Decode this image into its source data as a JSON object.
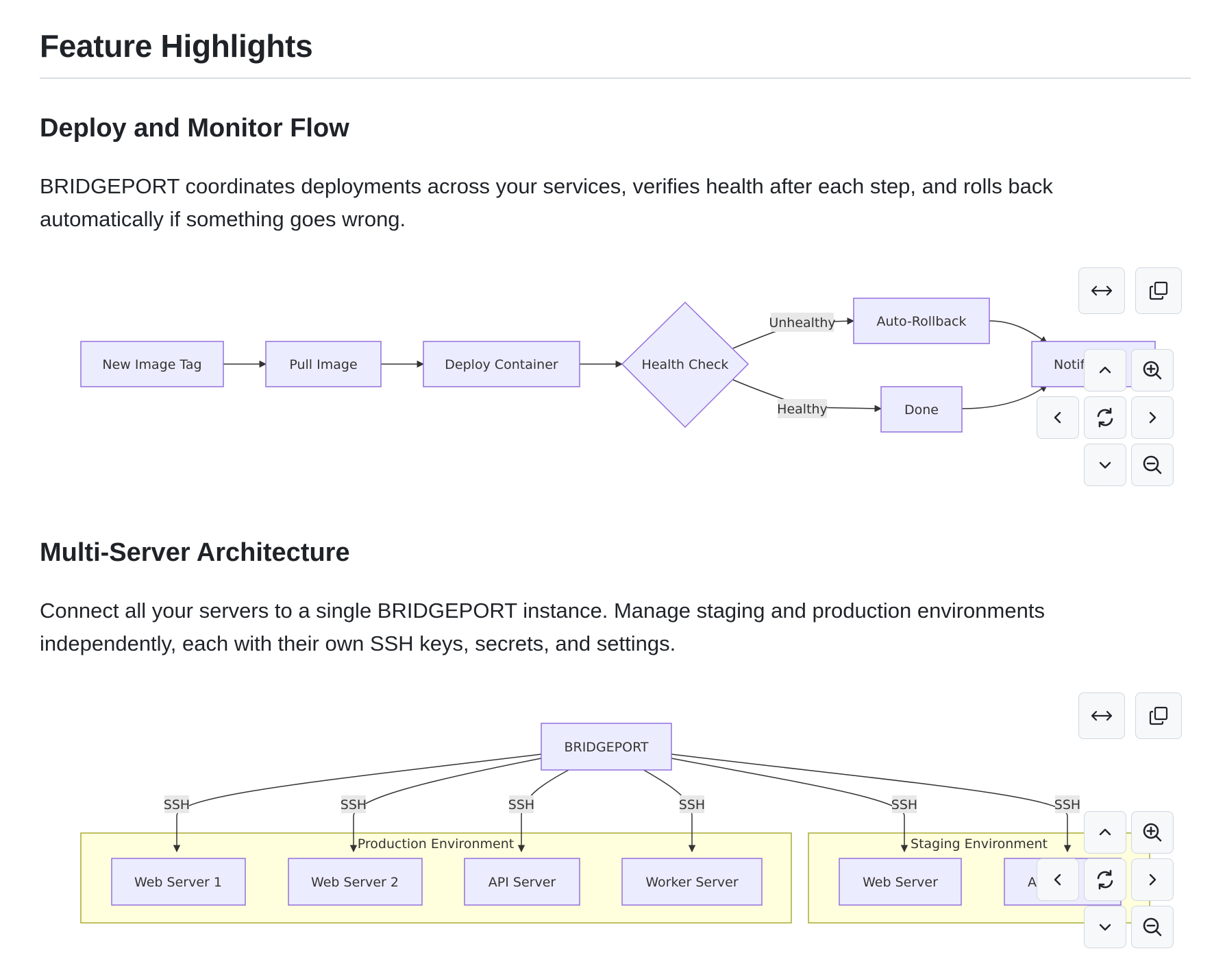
{
  "page": {
    "title": "Feature Highlights"
  },
  "sections": [
    {
      "heading": "Deploy and Monitor Flow",
      "description": "BRIDGEPORT coordinates deployments across your services, verifies health after each step, and rolls back automatically if something goes wrong.",
      "diagram": {
        "nodes": {
          "new_image_tag": "New Image Tag",
          "pull_image": "Pull Image",
          "deploy_container": "Deploy Container",
          "health_check": "Health Check",
          "auto_rollback": "Auto-Rollback",
          "done": "Done",
          "notify": "Notif"
        },
        "edge_labels": {
          "unhealthy": "Unhealthy",
          "healthy": "Healthy"
        }
      }
    },
    {
      "heading": "Multi-Server Architecture",
      "description": "Connect all your servers to a single BRIDGEPORT instance. Manage staging and production environments independently, each with their own SSH keys, secrets, and settings.",
      "diagram": {
        "root": "BRIDGEPORT",
        "clusters": {
          "production": "Production Environment",
          "staging": "Staging Environment"
        },
        "nodes": {
          "web_server_1": "Web Server 1",
          "web_server_2": "Web Server 2",
          "api_server": "API Server",
          "worker_server": "Worker Server",
          "staging_web_server": "Web Server",
          "staging_partial": "A"
        },
        "edge_label": "SSH"
      }
    }
  ],
  "controls": {
    "icons": [
      "fit-width-icon",
      "copy-icon",
      "pan-up-icon",
      "zoom-in-icon",
      "pan-left-icon",
      "reset-icon",
      "pan-right-icon",
      "pan-down-icon",
      "zoom-out-icon"
    ]
  },
  "colors": {
    "node_fill": "#ECECFF",
    "node_stroke": "#9370DB",
    "cluster_fill": "#ffffde",
    "cluster_stroke": "#aaaa33",
    "edge": "#333333"
  }
}
